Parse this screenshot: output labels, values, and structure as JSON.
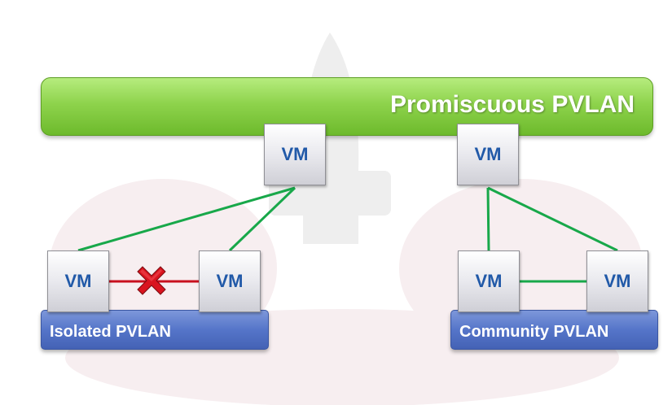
{
  "promiscuous": {
    "label": "Promiscuous PVLAN"
  },
  "isolated": {
    "label": "Isolated PVLAN"
  },
  "community": {
    "label": "Community PVLAN"
  },
  "vms": {
    "promisc_1": "VM",
    "promisc_2": "VM",
    "isolated_1": "VM",
    "isolated_2": "VM",
    "community_1": "VM",
    "community_2": "VM"
  },
  "colors": {
    "allowed_link": "#18a84a",
    "blocked_link": "#c8101e",
    "promiscuous_bar": "#8ed34c",
    "vlan_bar": "#5575c9",
    "vm_label": "#2159a8"
  },
  "icons": {
    "block": "red-x-icon",
    "watermark": "rocket-icon"
  }
}
